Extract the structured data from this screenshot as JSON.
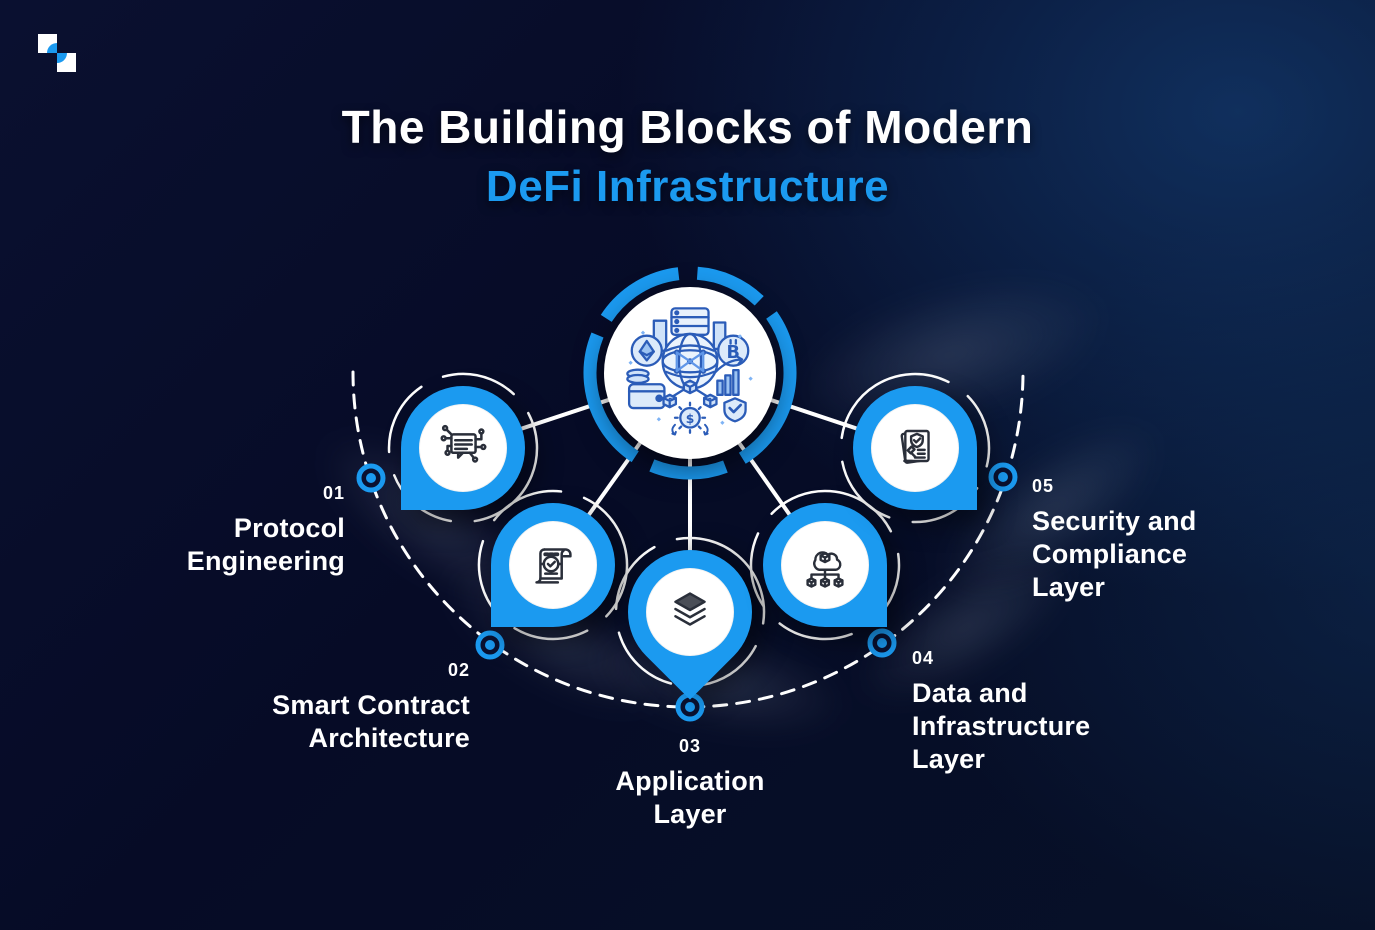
{
  "header": {
    "title_line1": "The Building Blocks of Modern",
    "title_line2": "DeFi Infrastructure"
  },
  "colors": {
    "background": "#060b26",
    "accent_blue": "#1b9af0",
    "title_white": "#ffffff",
    "label_white": "#ffffff",
    "connector_white": "#ffffff",
    "icon_stroke": "#2a2f3a"
  },
  "logo": {
    "name": "brand-logo"
  },
  "hub": {
    "icon": "defi-hub-illustration-icon"
  },
  "items": [
    {
      "number": "01",
      "label": "Protocol\nEngineering",
      "icon": "circuit-message-icon"
    },
    {
      "number": "02",
      "label": "Smart Contract\nArchitecture",
      "icon": "smart-contract-scroll-icon"
    },
    {
      "number": "03",
      "label": "Application\nLayer",
      "icon": "stacked-layers-icon"
    },
    {
      "number": "04",
      "label": "Data and\nInfrastructure\nLayer",
      "icon": "cloud-network-icon"
    },
    {
      "number": "05",
      "label": "Security and\nCompliance\nLayer",
      "icon": "compliance-document-icon"
    }
  ]
}
